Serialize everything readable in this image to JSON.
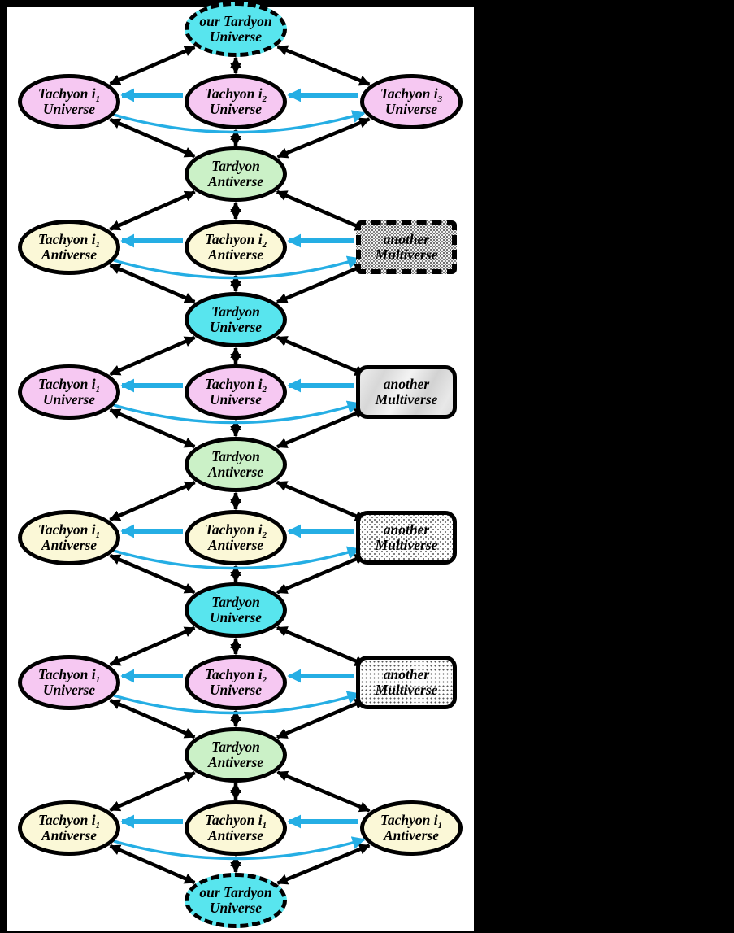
{
  "canvas": {
    "background": "#000000",
    "paper": "#ffffff"
  },
  "colors": {
    "cyan_node": "#58E5EE",
    "pink_node": "#F6C8F2",
    "green_node": "#CBF1C7",
    "yellow_node": "#FBF8D7",
    "black_arrow": "#000000",
    "cyan_arrow": "#25AEE4"
  },
  "nodes": [
    {
      "name": "our-tardyon-universe-top",
      "line1": "our Tardyon",
      "sub": "",
      "line2": "Universe"
    },
    {
      "name": "tachyon-i1-universe-row1",
      "line1": "Tachyon i",
      "sub": "1",
      "line2": "Universe"
    },
    {
      "name": "tachyon-i2-universe-row1",
      "line1": "Tachyon i",
      "sub": "2",
      "line2": "Universe"
    },
    {
      "name": "tachyon-i3-universe-row1",
      "line1": "Tachyon i",
      "sub": "3",
      "line2": "Universe"
    },
    {
      "name": "tardyon-antiverse-1",
      "line1": "Tardyon",
      "sub": "",
      "line2": "Antiverse"
    },
    {
      "name": "tachyon-i1-antiverse-row2",
      "line1": "Tachyon i",
      "sub": "1",
      "line2": "Antiverse"
    },
    {
      "name": "tachyon-i2-antiverse-row2",
      "line1": "Tachyon i",
      "sub": "2",
      "line2": "Antiverse"
    },
    {
      "name": "another-multiverse-1",
      "line1": "another",
      "sub": "",
      "line2": "Multiverse"
    },
    {
      "name": "tardyon-universe-1",
      "line1": "Tardyon",
      "sub": "",
      "line2": "Universe"
    },
    {
      "name": "tachyon-i1-universe-row3",
      "line1": "Tachyon i",
      "sub": "1",
      "line2": "Universe"
    },
    {
      "name": "tachyon-i2-universe-row3",
      "line1": "Tachyon i",
      "sub": "2",
      "line2": "Universe"
    },
    {
      "name": "another-multiverse-2",
      "line1": "another",
      "sub": "",
      "line2": "Multiverse"
    },
    {
      "name": "tardyon-antiverse-2",
      "line1": "Tardyon",
      "sub": "",
      "line2": "Antiverse"
    },
    {
      "name": "tachyon-i1-antiverse-row4",
      "line1": "Tachyon i",
      "sub": "1",
      "line2": "Antiverse"
    },
    {
      "name": "tachyon-i2-antiverse-row4",
      "line1": "Tachyon i",
      "sub": "2",
      "line2": "Antiverse"
    },
    {
      "name": "another-multiverse-3",
      "line1": "another",
      "sub": "",
      "line2": "Multiverse"
    },
    {
      "name": "tardyon-universe-2",
      "line1": "Tardyon",
      "sub": "",
      "line2": "Universe"
    },
    {
      "name": "tachyon-i1-universe-row5",
      "line1": "Tachyon i",
      "sub": "1",
      "line2": "Universe"
    },
    {
      "name": "tachyon-i2-universe-row5",
      "line1": "Tachyon i",
      "sub": "2",
      "line2": "Universe"
    },
    {
      "name": "another-multiverse-4",
      "line1": "another",
      "sub": "",
      "line2": "Multiverse"
    },
    {
      "name": "tardyon-antiverse-3",
      "line1": "Tardyon",
      "sub": "",
      "line2": "Antiverse"
    },
    {
      "name": "tachyon-i1-antiverse-row6-left",
      "line1": "Tachyon i",
      "sub": "1",
      "line2": "Antiverse"
    },
    {
      "name": "tachyon-i1-antiverse-row6-center",
      "line1": "Tachyon i",
      "sub": "1",
      "line2": "Antiverse"
    },
    {
      "name": "tachyon-i1-antiverse-row6-right",
      "line1": "Tachyon i",
      "sub": "1",
      "line2": "Antiverse"
    },
    {
      "name": "our-tardyon-universe-bottom",
      "line1": "our Tardyon",
      "sub": "",
      "line2": "Universe"
    }
  ],
  "edges": [
    {
      "from": 0,
      "to": 1,
      "type": "black2"
    },
    {
      "from": 0,
      "to": 3,
      "type": "black2"
    },
    {
      "from": 0,
      "to": 2,
      "type": "black2"
    },
    {
      "from": 2,
      "to": 4,
      "type": "black2"
    },
    {
      "from": 1,
      "to": 4,
      "type": "black2"
    },
    {
      "from": 3,
      "to": 4,
      "type": "black2"
    },
    {
      "from": 2,
      "to": 1,
      "type": "cyan"
    },
    {
      "from": 3,
      "to": 2,
      "type": "cyan"
    },
    {
      "from": 1,
      "to": 3,
      "type": "cyan_curve"
    },
    {
      "from": 4,
      "to": 5,
      "type": "black2"
    },
    {
      "from": 4,
      "to": 7,
      "type": "black2"
    },
    {
      "from": 4,
      "to": 6,
      "type": "black2"
    },
    {
      "from": 6,
      "to": 8,
      "type": "black2"
    },
    {
      "from": 5,
      "to": 8,
      "type": "black2"
    },
    {
      "from": 7,
      "to": 8,
      "type": "black2"
    },
    {
      "from": 6,
      "to": 5,
      "type": "cyan"
    },
    {
      "from": 7,
      "to": 6,
      "type": "cyan"
    },
    {
      "from": 5,
      "to": 7,
      "type": "cyan_curve"
    },
    {
      "from": 8,
      "to": 9,
      "type": "black2"
    },
    {
      "from": 8,
      "to": 11,
      "type": "black2"
    },
    {
      "from": 8,
      "to": 10,
      "type": "black2"
    },
    {
      "from": 10,
      "to": 12,
      "type": "black2"
    },
    {
      "from": 9,
      "to": 12,
      "type": "black2"
    },
    {
      "from": 11,
      "to": 12,
      "type": "black2"
    },
    {
      "from": 10,
      "to": 9,
      "type": "cyan"
    },
    {
      "from": 11,
      "to": 10,
      "type": "cyan"
    },
    {
      "from": 9,
      "to": 11,
      "type": "cyan_curve"
    },
    {
      "from": 12,
      "to": 13,
      "type": "black2"
    },
    {
      "from": 12,
      "to": 15,
      "type": "black2"
    },
    {
      "from": 12,
      "to": 14,
      "type": "black2"
    },
    {
      "from": 14,
      "to": 16,
      "type": "black2"
    },
    {
      "from": 13,
      "to": 16,
      "type": "black2"
    },
    {
      "from": 15,
      "to": 16,
      "type": "black2"
    },
    {
      "from": 14,
      "to": 13,
      "type": "cyan"
    },
    {
      "from": 15,
      "to": 14,
      "type": "cyan"
    },
    {
      "from": 13,
      "to": 15,
      "type": "cyan_curve"
    },
    {
      "from": 16,
      "to": 17,
      "type": "black2"
    },
    {
      "from": 16,
      "to": 19,
      "type": "black2"
    },
    {
      "from": 16,
      "to": 18,
      "type": "black2"
    },
    {
      "from": 18,
      "to": 20,
      "type": "black2"
    },
    {
      "from": 17,
      "to": 20,
      "type": "black2"
    },
    {
      "from": 19,
      "to": 20,
      "type": "black2"
    },
    {
      "from": 18,
      "to": 17,
      "type": "cyan"
    },
    {
      "from": 19,
      "to": 18,
      "type": "cyan"
    },
    {
      "from": 17,
      "to": 19,
      "type": "cyan_curve"
    },
    {
      "from": 20,
      "to": 21,
      "type": "black2"
    },
    {
      "from": 20,
      "to": 23,
      "type": "black2"
    },
    {
      "from": 20,
      "to": 22,
      "type": "black2"
    },
    {
      "from": 22,
      "to": 24,
      "type": "black2"
    },
    {
      "from": 21,
      "to": 24,
      "type": "black2"
    },
    {
      "from": 23,
      "to": 24,
      "type": "black2"
    },
    {
      "from": 22,
      "to": 21,
      "type": "cyan"
    },
    {
      "from": 23,
      "to": 22,
      "type": "cyan"
    },
    {
      "from": 21,
      "to": 23,
      "type": "cyan_curve"
    }
  ]
}
